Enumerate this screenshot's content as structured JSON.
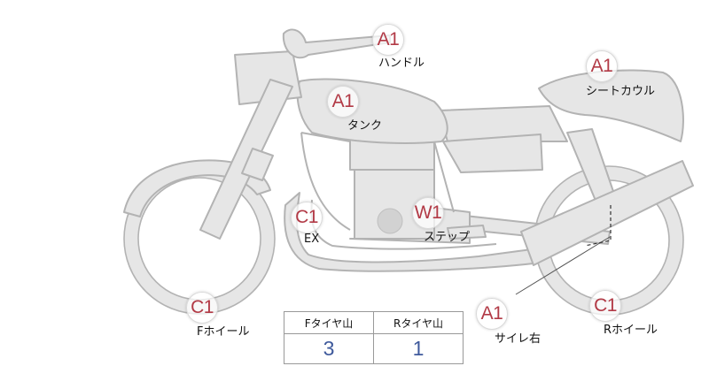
{
  "parts": [
    {
      "id": "handle",
      "grade": "A1",
      "label": "ハンドル"
    },
    {
      "id": "seat-cowl",
      "grade": "A1",
      "label": "シートカウル"
    },
    {
      "id": "tank",
      "grade": "A1",
      "label": "タンク"
    },
    {
      "id": "ex",
      "grade": "C1",
      "label": "EX"
    },
    {
      "id": "step",
      "grade": "W1",
      "label": "ステップ"
    },
    {
      "id": "f-wheel",
      "grade": "C1",
      "label": "Fホイール"
    },
    {
      "id": "silencer-right",
      "grade": "A1",
      "label": "サイレ右"
    },
    {
      "id": "r-wheel",
      "grade": "C1",
      "label": "Rホイール"
    }
  ],
  "tire_table": {
    "front_header": "Fタイヤ山",
    "rear_header": "Rタイヤ山",
    "front_value": "3",
    "rear_value": "1"
  },
  "colors": {
    "grade_text": "#b23a46",
    "tire_value_text": "#3f5a9c",
    "bike_fill": "#e6e6e6",
    "bike_outline": "#b3b3b3"
  }
}
